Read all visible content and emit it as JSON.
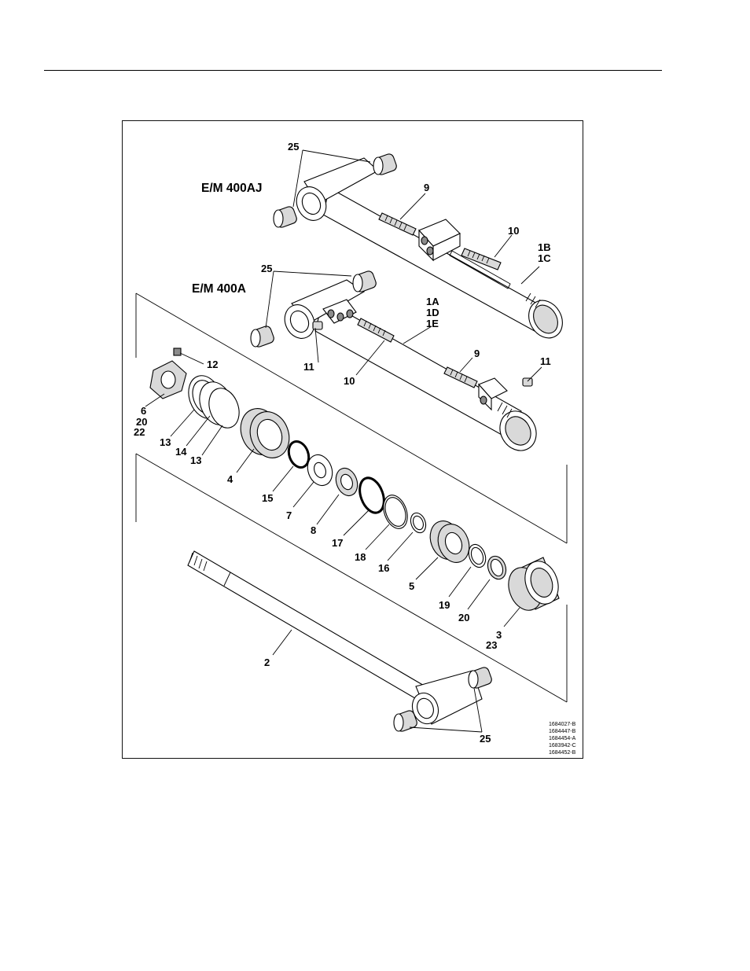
{
  "diagram": {
    "models": [
      "E/M 400AJ",
      "E/M 400A"
    ],
    "callouts": {
      "c25a": "25",
      "c9a": "9",
      "c10a": "10",
      "c1b": "1B",
      "c1c": "1C",
      "c25b": "25",
      "c1a": "1A",
      "c1d": "1D",
      "c1e": "1E",
      "c11a": "11",
      "c10b": "10",
      "c9b": "9",
      "c11b": "11",
      "c12": "12",
      "c6": "6",
      "c20a": "20",
      "c22": "22",
      "c13a": "13",
      "c14": "14",
      "c13b": "13",
      "c4": "4",
      "c15": "15",
      "c7": "7",
      "c8": "8",
      "c17": "17",
      "c18": "18",
      "c16": "16",
      "c5": "5",
      "c19": "19",
      "c20b": "20",
      "c3": "3",
      "c23": "23",
      "c2": "2",
      "c25c": "25"
    },
    "drawing_refs": [
      "1684027-B",
      "1684447-B",
      "1684454-A",
      "1683942-C",
      "1684452-B"
    ]
  }
}
